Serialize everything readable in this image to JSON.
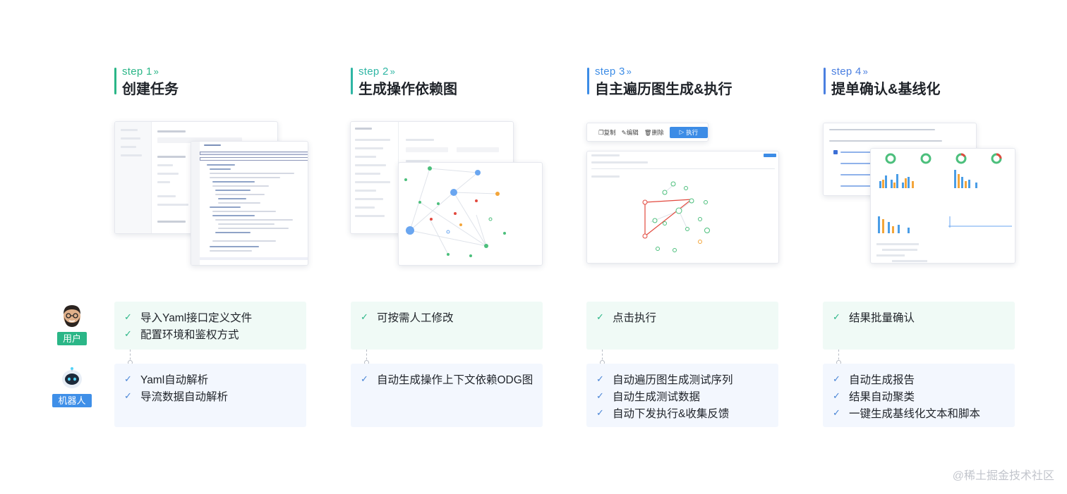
{
  "steps": [
    {
      "label": "step 1",
      "title": "创建任务",
      "color": "#2bb687"
    },
    {
      "label": "step 2",
      "title": "生成操作依赖图",
      "color": "#2fb6a4"
    },
    {
      "label": "step 3",
      "title": "自主遍历图生成&执行",
      "color": "#3c8ce6"
    },
    {
      "label": "step 4",
      "title": "提单确认&基线化",
      "color": "#4a7fe0"
    }
  ],
  "roles": {
    "user": {
      "label": "用户",
      "color": "#2bb687"
    },
    "robot": {
      "label": "机器人",
      "color": "#3f8fe8"
    }
  },
  "user_items": [
    [
      "导入Yaml接口定义文件",
      "配置环境和鉴权方式"
    ],
    [
      "可按需人工修改"
    ],
    [
      "点击执行"
    ],
    [
      "结果批量确认"
    ]
  ],
  "robot_items": [
    [
      "Yaml自动解析",
      "导流数据自动解析"
    ],
    [
      "自动生成操作上下文依赖ODG图"
    ],
    [
      "自动遍历图生成测试序列",
      "自动生成测试数据",
      "自动下发执行&收集反馈"
    ],
    [
      "自动生成报告",
      "结果自动聚类",
      "一键生成基线化文本和脚本"
    ]
  ],
  "screens": {
    "s3_toolbar": {
      "copy": "复制",
      "edit": "编辑",
      "delete": "删除",
      "run": "执行"
    }
  },
  "icons": {
    "step_chevron": "double-chevron-right-icon",
    "check": "check-icon",
    "user_avatar": "bearded-man-avatar-icon",
    "robot_avatar": "robot-head-icon"
  },
  "watermark": "@稀土掘金技术社区"
}
